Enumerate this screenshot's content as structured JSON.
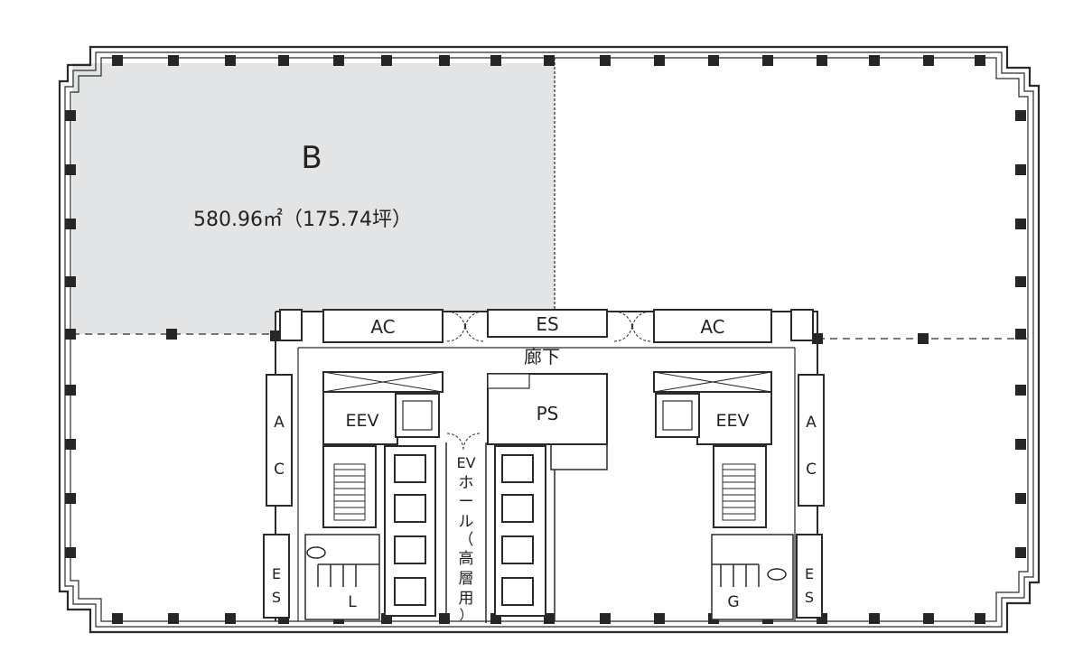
{
  "unit_b": {
    "letter": "B",
    "area": "580.96㎡（175.74坪）"
  },
  "rooms": {
    "ac_top_left": "AC",
    "es_top": "ES",
    "ac_top_right": "AC",
    "corridor": "廊下",
    "ps": "PS",
    "eev_left": "EEV",
    "eev_right": "EEV",
    "ac_side_left": [
      "A",
      "C"
    ],
    "ac_side_right": [
      "A",
      "C"
    ],
    "ev_hall": [
      "EV",
      "ホ",
      "ー",
      "ル",
      "（",
      "高",
      "層",
      "用",
      "）"
    ],
    "es_side_left": [
      "E",
      "S"
    ],
    "es_side_right": [
      "E",
      "S"
    ],
    "wc_left": "L",
    "wc_right": "G"
  },
  "colors": {
    "shade": "#e3e4e6",
    "line": "#2a2a2a",
    "column": "#262626"
  }
}
